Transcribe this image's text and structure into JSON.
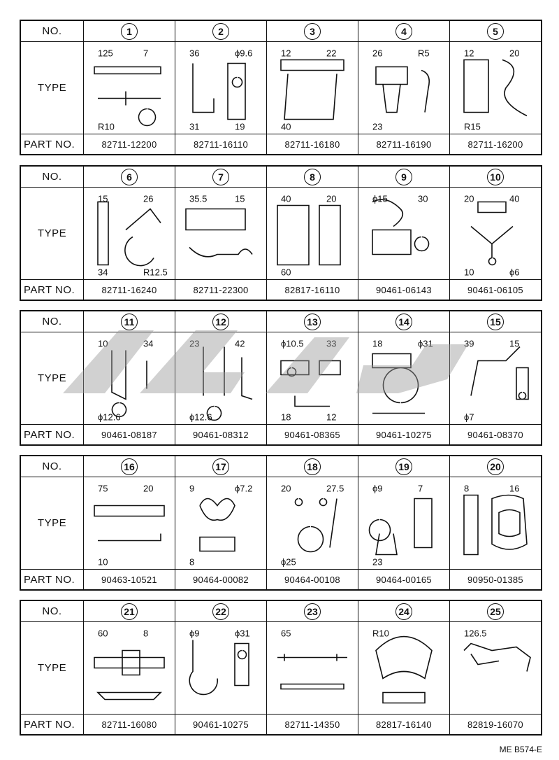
{
  "labels": {
    "no": "NO.",
    "type": "TYPE",
    "part_no": "PART NO."
  },
  "footer_ref": "ME B574-E",
  "parts": [
    {
      "no": "1",
      "part_no": "82711-12200",
      "dims": [
        "125",
        "7",
        "R10"
      ]
    },
    {
      "no": "2",
      "part_no": "82711-16110",
      "dims": [
        "36",
        "ϕ9.6",
        "31",
        "19"
      ]
    },
    {
      "no": "3",
      "part_no": "82711-16180",
      "dims": [
        "12",
        "22",
        "40"
      ]
    },
    {
      "no": "4",
      "part_no": "82711-16190",
      "dims": [
        "26",
        "R5",
        "23"
      ]
    },
    {
      "no": "5",
      "part_no": "82711-16200",
      "dims": [
        "12",
        "20",
        "R15"
      ]
    },
    {
      "no": "6",
      "part_no": "82711-16240",
      "dims": [
        "15",
        "26",
        "34",
        "R12.5"
      ]
    },
    {
      "no": "7",
      "part_no": "82711-22300",
      "dims": [
        "35.5",
        "15"
      ]
    },
    {
      "no": "8",
      "part_no": "82817-16110",
      "dims": [
        "40",
        "20",
        "60"
      ]
    },
    {
      "no": "9",
      "part_no": "90461-06143",
      "dims": [
        "ϕ15",
        "30"
      ]
    },
    {
      "no": "10",
      "part_no": "90461-06105",
      "dims": [
        "20",
        "40",
        "10",
        "ϕ6"
      ]
    },
    {
      "no": "11",
      "part_no": "90461-08187",
      "dims": [
        "10",
        "34",
        "ϕ12.6"
      ]
    },
    {
      "no": "12",
      "part_no": "90461-08312",
      "dims": [
        "23",
        "42",
        "ϕ12.6"
      ]
    },
    {
      "no": "13",
      "part_no": "90461-08365",
      "dims": [
        "ϕ10.5",
        "33",
        "18",
        "12"
      ]
    },
    {
      "no": "14",
      "part_no": "90461-10275",
      "dims": [
        "18",
        "ϕ31"
      ]
    },
    {
      "no": "15",
      "part_no": "90461-08370",
      "dims": [
        "39",
        "15",
        "ϕ7"
      ]
    },
    {
      "no": "16",
      "part_no": "90463-10521",
      "dims": [
        "75",
        "20",
        "10"
      ]
    },
    {
      "no": "17",
      "part_no": "90464-00082",
      "dims": [
        "9",
        "ϕ7.2",
        "8"
      ]
    },
    {
      "no": "18",
      "part_no": "90464-00108",
      "dims": [
        "20",
        "27.5",
        "ϕ25"
      ]
    },
    {
      "no": "19",
      "part_no": "90464-00165",
      "dims": [
        "ϕ9",
        "7",
        "23"
      ]
    },
    {
      "no": "20",
      "part_no": "90950-01385",
      "dims": [
        "8",
        "16"
      ]
    },
    {
      "no": "21",
      "part_no": "82711-16080",
      "dims": [
        "60",
        "8"
      ]
    },
    {
      "no": "22",
      "part_no": "90461-10275",
      "dims": [
        "ϕ9",
        "ϕ31"
      ]
    },
    {
      "no": "23",
      "part_no": "82711-14350",
      "dims": [
        "65"
      ]
    },
    {
      "no": "24",
      "part_no": "82817-16140",
      "dims": [
        "R10"
      ]
    },
    {
      "no": "25",
      "part_no": "82819-16070",
      "dims": [
        "126.5"
      ]
    }
  ]
}
